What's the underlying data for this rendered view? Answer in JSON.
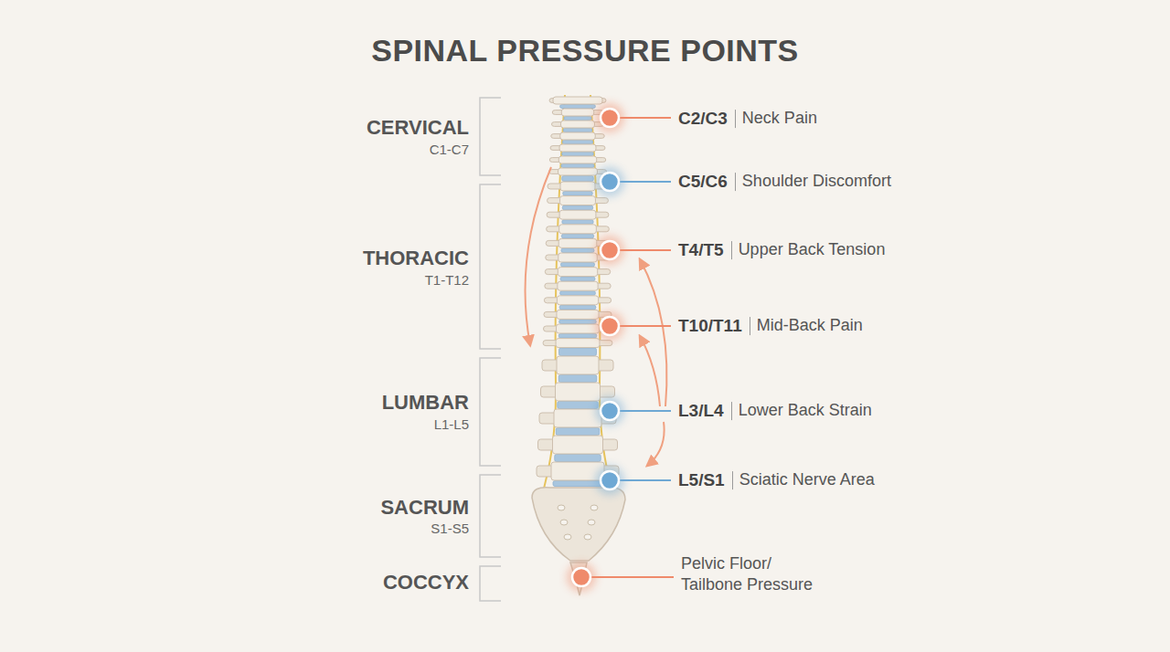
{
  "diagram": {
    "title": "SPINAL PRESSURE POINTS",
    "labels": [
      "CERVICAL",
      "C1-C7",
      "THORACIC",
      "T1-T12",
      "LUMBAR",
      "L1-L5",
      "SACRUM",
      "S1-S5",
      "COCCYX",
      "C2/C3",
      "Neck Pain",
      "C5/C6",
      "Shoulder Discomfort",
      "T4/T5",
      "Upper Back Tension",
      "T10/T11",
      "Mid-Back Pain",
      "L3/L4",
      "Lower Back Strain",
      "L5/S1",
      "Sciatic Nerve Area",
      "Pelvic Floor/ Tailbone Pressure"
    ]
  }
}
